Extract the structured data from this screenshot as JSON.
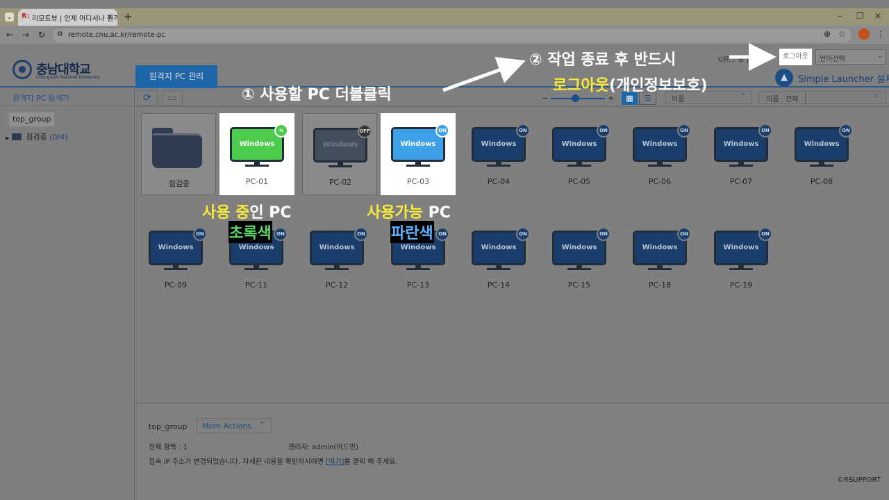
{
  "browser": {
    "tab_title": "리모트뷰 | 언제 어디서나 원격",
    "tab_favicon": "R:",
    "url": "remote.cnu.ac.kr/remote-pc",
    "close_icon": "×",
    "new_tab": "+"
  },
  "header": {
    "logo_text": "충남대학교",
    "logo_sub": "Chungnam National University",
    "main_tab": "원격지 PC 관리",
    "util_text": "0원... 중 |",
    "logout": "로그아웃",
    "language": "언어선택",
    "launcher": "Simple Launcher 설치"
  },
  "sidebar": {
    "title": "원격지 PC 탐색기",
    "group": "top_group",
    "folder_name": "점검중",
    "folder_count": "(0/4)"
  },
  "toolbar": {
    "zoom_minus": "−",
    "zoom_plus": "+",
    "sort_label": "이름",
    "search_scope": "이름 · 전체",
    "search_placeholder": ""
  },
  "items": [
    {
      "label": "점검중",
      "kind": "folder"
    },
    {
      "label": "PC-01",
      "kind": "pc",
      "screen": "Windows",
      "badge": "⇆",
      "state": "in-use"
    },
    {
      "label": "PC-02",
      "kind": "pc",
      "screen": "Windows",
      "badge": "OFF",
      "state": "off"
    },
    {
      "label": "PC-03",
      "kind": "pc",
      "screen": "Windows",
      "badge": "ON",
      "state": "available"
    },
    {
      "label": "PC-04",
      "kind": "pc",
      "screen": "Windows",
      "badge": "ON",
      "state": "on"
    },
    {
      "label": "PC-05",
      "kind": "pc",
      "screen": "Windows",
      "badge": "ON",
      "state": "on"
    },
    {
      "label": "PC-06",
      "kind": "pc",
      "screen": "Windows",
      "badge": "ON",
      "state": "on"
    },
    {
      "label": "PC-07",
      "kind": "pc",
      "screen": "Windows",
      "badge": "ON",
      "state": "on"
    },
    {
      "label": "PC-08",
      "kind": "pc",
      "screen": "Windows",
      "badge": "ON",
      "state": "on"
    },
    {
      "label": "PC-09",
      "kind": "pc",
      "screen": "Windows",
      "badge": "ON",
      "state": "on"
    },
    {
      "label": "PC-11",
      "kind": "pc",
      "screen": "Windows",
      "badge": "ON",
      "state": "on"
    },
    {
      "label": "PC-12",
      "kind": "pc",
      "screen": "Windows",
      "badge": "ON",
      "state": "on"
    },
    {
      "label": "PC-13",
      "kind": "pc",
      "screen": "Windows",
      "badge": "ON",
      "state": "on"
    },
    {
      "label": "PC-14",
      "kind": "pc",
      "screen": "Windows",
      "badge": "ON",
      "state": "on"
    },
    {
      "label": "PC-15",
      "kind": "pc",
      "screen": "Windows",
      "badge": "ON",
      "state": "on"
    },
    {
      "label": "PC-18",
      "kind": "pc",
      "screen": "Windows",
      "badge": "ON",
      "state": "on"
    },
    {
      "label": "PC-19",
      "kind": "pc",
      "screen": "Windows",
      "badge": "ON",
      "state": "on"
    }
  ],
  "bottom": {
    "group": "top_group",
    "more_actions": "More Actions",
    "total": "전체 항목 : 1",
    "admin": "관리자: admin(어드민)",
    "notice_before": "접속 IP 주소가 변경되었습니다. 자세한 내용을 확인하시려면 ",
    "notice_link": "[여기]",
    "notice_after": "를 클릭 해 주세요.",
    "copyright": "©RSUPPORT"
  },
  "annotations": {
    "step1": "① 사용할 PC 더블클릭",
    "step2_line1": "② 작업 종료 후 반드시",
    "step2_yellow": "로그아웃",
    "step2_white": "(개인정보보호)",
    "inuse_yellow": "사용 중",
    "inuse_white": "인 PC",
    "inuse_color": "초록색",
    "avail_yellow": "사용가능",
    "avail_white": " PC",
    "avail_color": "파란색"
  },
  "colors": {
    "in_use": "#4ccb4c",
    "available": "#3fa0ea",
    "online": "#1a3e6c",
    "accent": "#1e66a8",
    "highlight_yellow": "#f7ec3a"
  }
}
